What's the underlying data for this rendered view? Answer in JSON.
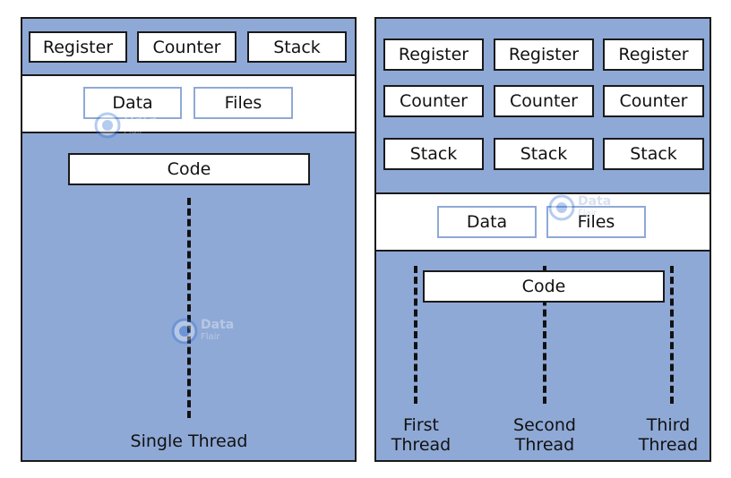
{
  "colors": {
    "panel_fill": "#8fa9d6",
    "box_fill": "#ffffff",
    "stroke": "#1a1a1a"
  },
  "single": {
    "registers": [
      "Register",
      "Counter",
      "Stack"
    ],
    "data": "Data",
    "files": "Files",
    "code": "Code",
    "caption": "Single Thread"
  },
  "multi": {
    "rows": [
      [
        "Register",
        "Register",
        "Register"
      ],
      [
        "Counter",
        "Counter",
        "Counter"
      ],
      [
        "Stack",
        "Stack",
        "Stack"
      ]
    ],
    "data": "Data",
    "files": "Files",
    "code": "Code",
    "threads": [
      {
        "line1": "First",
        "line2": "Thread"
      },
      {
        "line1": "Second",
        "line2": "Thread"
      },
      {
        "line1": "Third",
        "line2": "Thread"
      }
    ]
  },
  "watermark": {
    "top": "Data",
    "bottom": "Flair",
    "icon": "dataflair-logo-icon"
  }
}
